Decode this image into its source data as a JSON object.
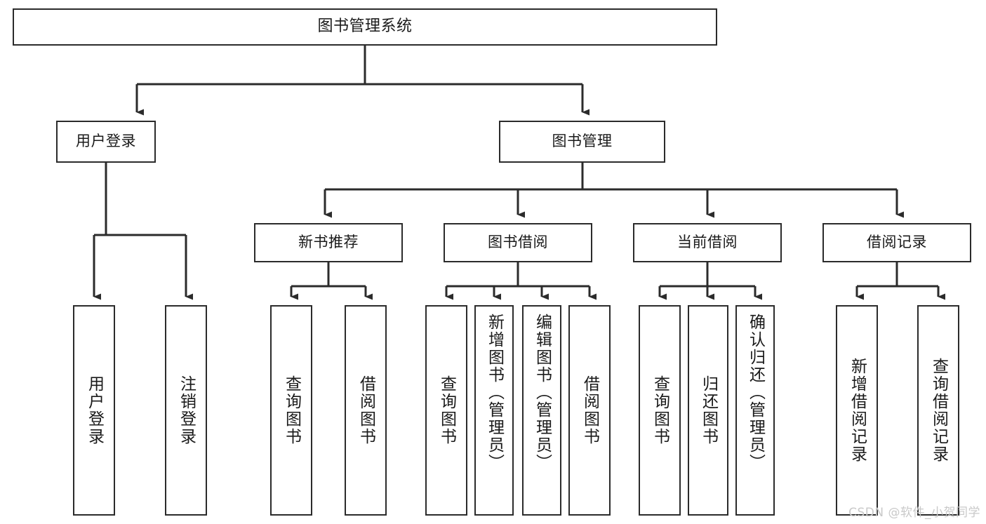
{
  "diagram": {
    "title": "图书管理系统",
    "type": "tree",
    "root": {
      "id": "root",
      "label": "图书管理系统"
    },
    "level2": [
      {
        "id": "user-login",
        "label": "用户登录"
      },
      {
        "id": "book-manage",
        "label": "图书管理"
      }
    ],
    "level3": [
      {
        "id": "new-book-rec",
        "label": "新书推荐",
        "parent": "book-manage"
      },
      {
        "id": "book-borrow",
        "label": "图书借阅",
        "parent": "book-manage"
      },
      {
        "id": "current-borrow",
        "label": "当前借阅",
        "parent": "book-manage"
      },
      {
        "id": "borrow-record",
        "label": "借阅记录",
        "parent": "book-manage"
      }
    ],
    "leaves": [
      {
        "id": "leaf-user-login",
        "label": "用户登录",
        "parent": "user-login"
      },
      {
        "id": "leaf-logout",
        "label": "注销登录",
        "parent": "user-login"
      },
      {
        "id": "leaf-query-book-1",
        "label": "查询图书",
        "parent": "new-book-rec"
      },
      {
        "id": "leaf-borrow-book-1",
        "label": "借阅图书",
        "parent": "new-book-rec"
      },
      {
        "id": "leaf-query-book-2",
        "label": "查询图书",
        "parent": "book-borrow"
      },
      {
        "id": "leaf-add-book",
        "label": "新增图书（管理员）",
        "parent": "book-borrow"
      },
      {
        "id": "leaf-edit-book",
        "label": "编辑图书（管理员）",
        "parent": "book-borrow"
      },
      {
        "id": "leaf-borrow-book-2",
        "label": "借阅图书",
        "parent": "book-borrow"
      },
      {
        "id": "leaf-query-book-3",
        "label": "查询图书",
        "parent": "current-borrow"
      },
      {
        "id": "leaf-return-book",
        "label": "归还图书",
        "parent": "current-borrow"
      },
      {
        "id": "leaf-confirm-return",
        "label": "确认归还（管理员）",
        "parent": "current-borrow"
      },
      {
        "id": "leaf-add-record",
        "label": "新增借阅记录",
        "parent": "borrow-record"
      },
      {
        "id": "leaf-query-record",
        "label": "查询借阅记录",
        "parent": "borrow-record"
      }
    ],
    "colors": {
      "node_border": "#2b2b2b",
      "node_fill": "#ffffff",
      "connector": "#2b2b2b",
      "text": "#1a1a1a",
      "watermark": "#c9c9c9",
      "background": "#ffffff"
    }
  },
  "watermark": {
    "text": "CSDN @软件_小贺同学"
  }
}
